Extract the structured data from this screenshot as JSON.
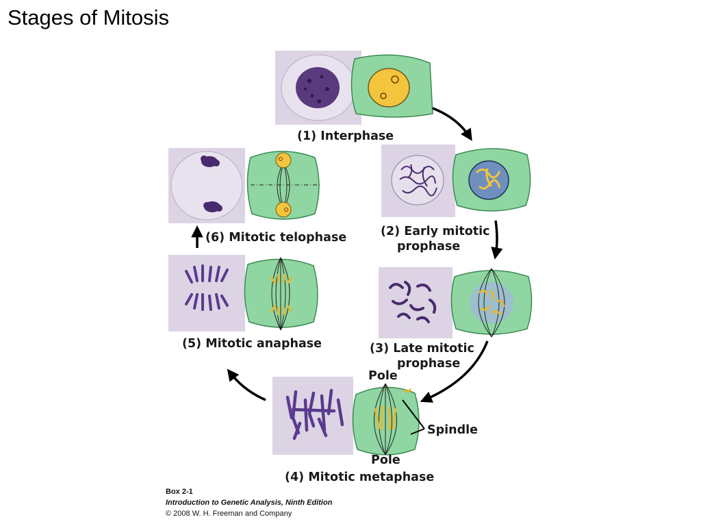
{
  "title": "Stages of Mitosis",
  "stages": [
    {
      "line1": "(1)  Interphase",
      "line2": ""
    },
    {
      "line1": "(2)  Early mitotic",
      "line2": "prophase"
    },
    {
      "line1": "(3)  Late mitotic",
      "line2": "prophase"
    },
    {
      "line1": "(4)  Mitotic metaphase",
      "line2": ""
    },
    {
      "line1": "(5)  Mitotic anaphase",
      "line2": ""
    },
    {
      "line1": "(6)  Mitotic telophase",
      "line2": ""
    }
  ],
  "annotations": {
    "pole_top": "Pole",
    "pole_bottom": "Pole",
    "spindle": "Spindle"
  },
  "caption": {
    "box": "Box 2-1",
    "book": "Introduction to Genetic Analysis, Ninth Edition",
    "copyright": "© 2008 W. H. Freeman and Company"
  },
  "colors": {
    "cell_green": "#8fd6a2",
    "cell_outline": "#3b8a52",
    "nucleus_yellow": "#f2c53d",
    "nucleus_blue": "#6f8fbf",
    "chromatin_purple": "#4a2a6e",
    "micrograph_bg": "#dcd4e4",
    "spindle_yellow": "#e8b830"
  }
}
